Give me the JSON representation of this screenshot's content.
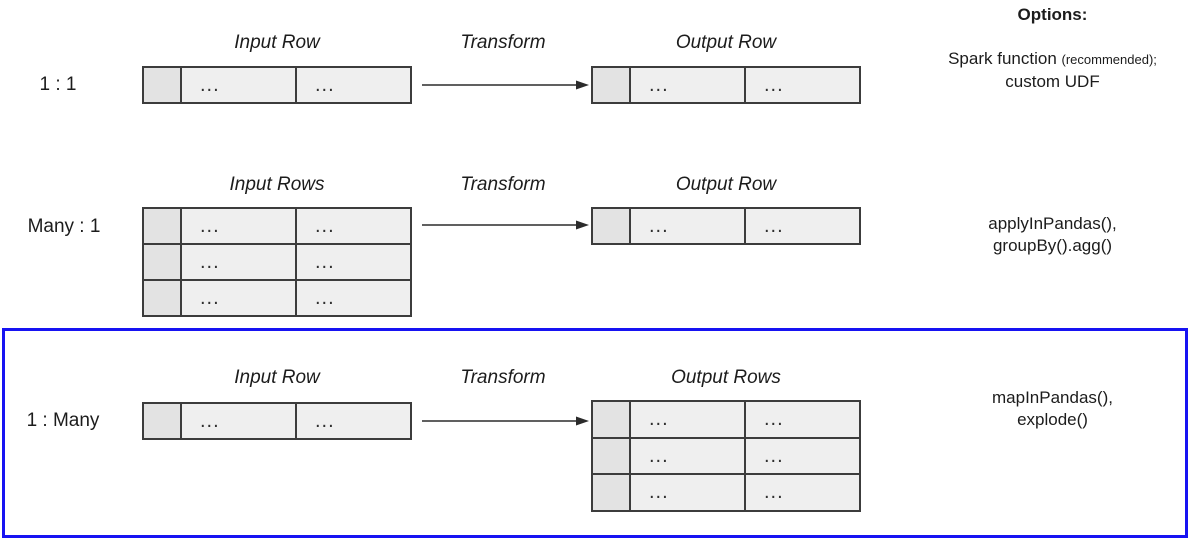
{
  "options_header": "Options:",
  "cell": {
    "ellipsis": "..."
  },
  "colors": {
    "highlight": "#1713f2",
    "border": "#3c3c3c",
    "cell_bg": "#efefef",
    "key_bg": "#e3e3e3"
  },
  "sections": [
    {
      "ratio": "1 : 1",
      "input_title": "Input Row",
      "transform": "Transform",
      "output_title": "Output Row",
      "option_main": "Spark function",
      "option_note": "(recommended);",
      "option_line2": "custom UDF"
    },
    {
      "ratio": "Many : 1",
      "input_title": "Input Rows",
      "transform": "Transform",
      "output_title": "Output Row",
      "option_line1": "applyInPandas(),",
      "option_line2": "groupBy().agg()"
    },
    {
      "ratio": "1 : Many",
      "input_title": "Input Row",
      "transform": "Transform",
      "output_title": "Output Rows",
      "option_line1": "mapInPandas(),",
      "option_line2": "explode()"
    }
  ]
}
